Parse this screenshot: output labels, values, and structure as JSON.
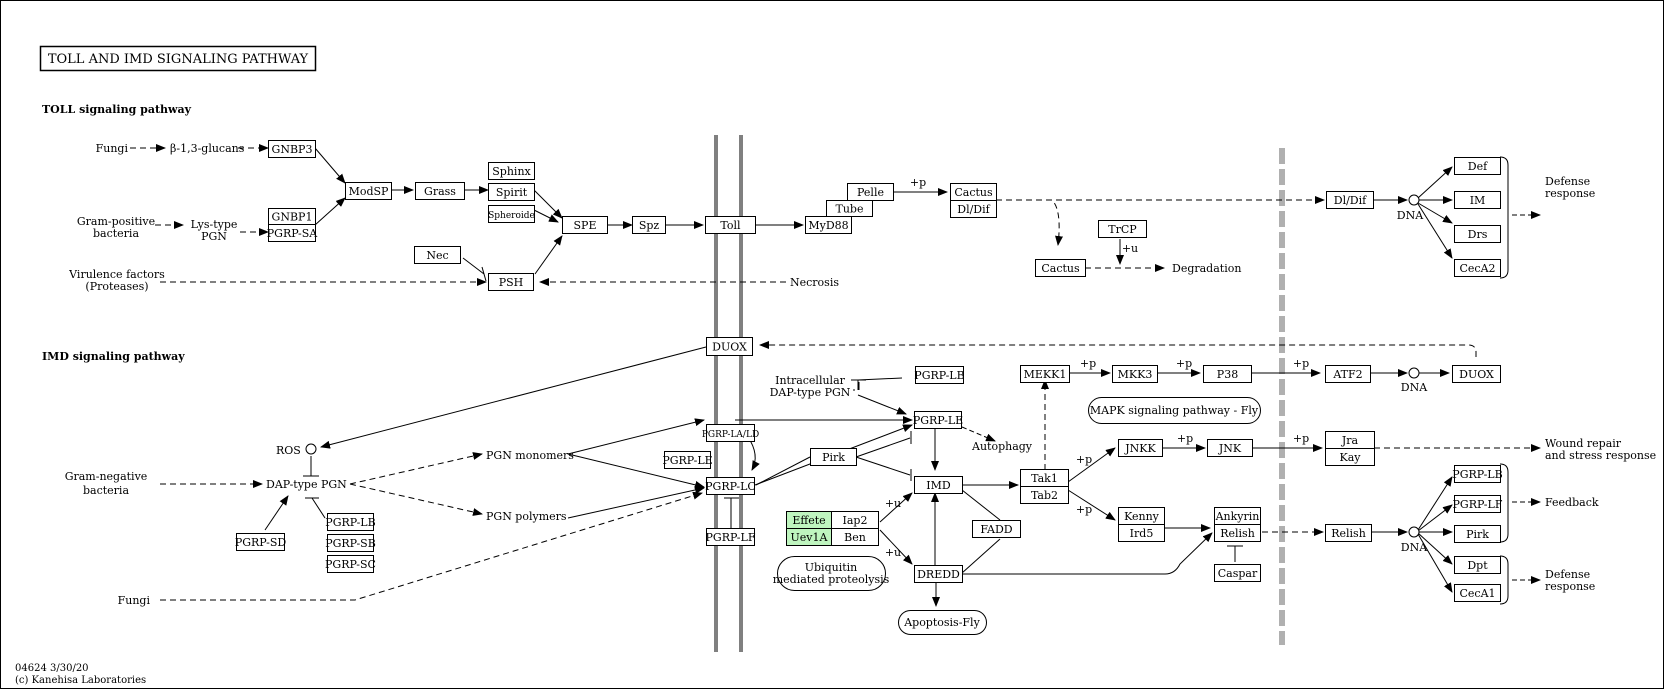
{
  "title": "TOLL AND IMD SIGNALING PATHWAY",
  "sections": {
    "toll": "TOLL signaling pathway",
    "imd": "IMD signaling pathway"
  },
  "footer": {
    "line1": "04624 3/30/20",
    "line2": "(c) Kanehisa Laboratories"
  },
  "colors": {
    "highlight_fill": "#bff5bf",
    "membrane": "#808080",
    "nuclear_membrane": "#b0b0b0"
  },
  "genes": {
    "gnbp3": "GNBP3",
    "gnbp1": "GNBP1",
    "pgrpsa": "PGRP-SA",
    "modsp": "ModSP",
    "grass": "Grass",
    "sphinx": "Sphinx",
    "spirit": "Spirit",
    "spheroide": "Spheroide",
    "spe": "SPE",
    "spz": "Spz",
    "toll": "Toll",
    "myd88": "MyD88",
    "tube": "Tube",
    "pelle": "Pelle",
    "cactus1": "Cactus",
    "dldif1": "Dl/Dif",
    "cactus2": "Cactus",
    "trcp": "TrCP",
    "dldif2": "Dl/Dif",
    "def": "Def",
    "im": "IM",
    "drs": "Drs",
    "ceca2": "CecA2",
    "nec": "Nec",
    "psh": "PSH",
    "duox1": "DUOX",
    "pgrplb1": "PGRP-LB",
    "pgrple1": "PGRP-LE",
    "pgrplaldb": "PGRP-LA/LD",
    "pgrple2": "PGRP-LE",
    "pgrplc": "PGRP-LC",
    "pgrplf1": "PGRP-LF",
    "pirk1": "Pirk",
    "imd": "IMD",
    "fadd": "FADD",
    "dredd": "DREDD",
    "effete": "Effete",
    "iap2": "Iap2",
    "uev1a": "Uev1A",
    "ben": "Ben",
    "mekk1": "MEKK1",
    "mkk3": "MKK3",
    "p38": "P38",
    "atf2": "ATF2",
    "duox2": "DUOX",
    "tak1": "Tak1",
    "tab2": "Tab2",
    "jnkk": "JNKK",
    "jnk": "JNK",
    "jra": "Jra",
    "kay": "Kay",
    "kenny": "Kenny",
    "ird5": "Ird5",
    "ankyrin": "Ankyrin",
    "relish1": "Relish",
    "caspar": "Caspar",
    "relish2": "Relish",
    "pgrplb2": "PGRP-LB",
    "pgrplf2": "PGRP-LF",
    "pirk2": "Pirk",
    "dpt": "Dpt",
    "ceca1": "CecA1",
    "pgrpsd": "PGRP-SD",
    "pgrplb3": "PGRP-LB",
    "pgrpsb": "PGRP-SB",
    "pgrpsc": "PGRP-SC"
  },
  "compounds": {
    "fungi1": "Fungi",
    "b13glucans": "β-1,3-glucans",
    "grampos1": "Gram-positive",
    "grampos2": "bacteria",
    "lystype1": "Lys-type",
    "lystype2": "PGN",
    "virulence1": "Virulence factors",
    "virulence2": "(Proteases)",
    "necrosis": "Necrosis",
    "degradation": "Degradation",
    "dna1": "DNA",
    "defense1a": "Defense",
    "defense1b": "response",
    "ros": "ROS",
    "gramneg1": "Gram-negative",
    "gramneg2": "bacteria",
    "daptype": "DAP-type PGN",
    "pgnmono": "PGN monomers",
    "pgnpoly": "PGN polymers",
    "fungi2": "Fungi",
    "intra1": "Intracellular",
    "intra2": "DAP-type PGN",
    "autophagy": "Autophagy",
    "dna2": "DNA",
    "dna3": "DNA",
    "wound1": "Wound repair",
    "wound2": "and stress response",
    "feedback": "Feedback",
    "defense2a": "Defense",
    "defense2b": "response"
  },
  "pathways": {
    "mapk": "MAPK signaling pathway - Fly",
    "ubiq1": "Ubiquitin",
    "ubiq2": "mediated proteolysis",
    "apoptosis": "Apoptosis-Fly"
  },
  "edge_labels": {
    "p1": "+p",
    "u1": "+u",
    "p2": "+p",
    "p3": "+p",
    "p4": "+p",
    "p5": "+p",
    "p6": "+p",
    "p7": "+p",
    "p8": "+p",
    "u2": "+u",
    "u3": "+u"
  }
}
